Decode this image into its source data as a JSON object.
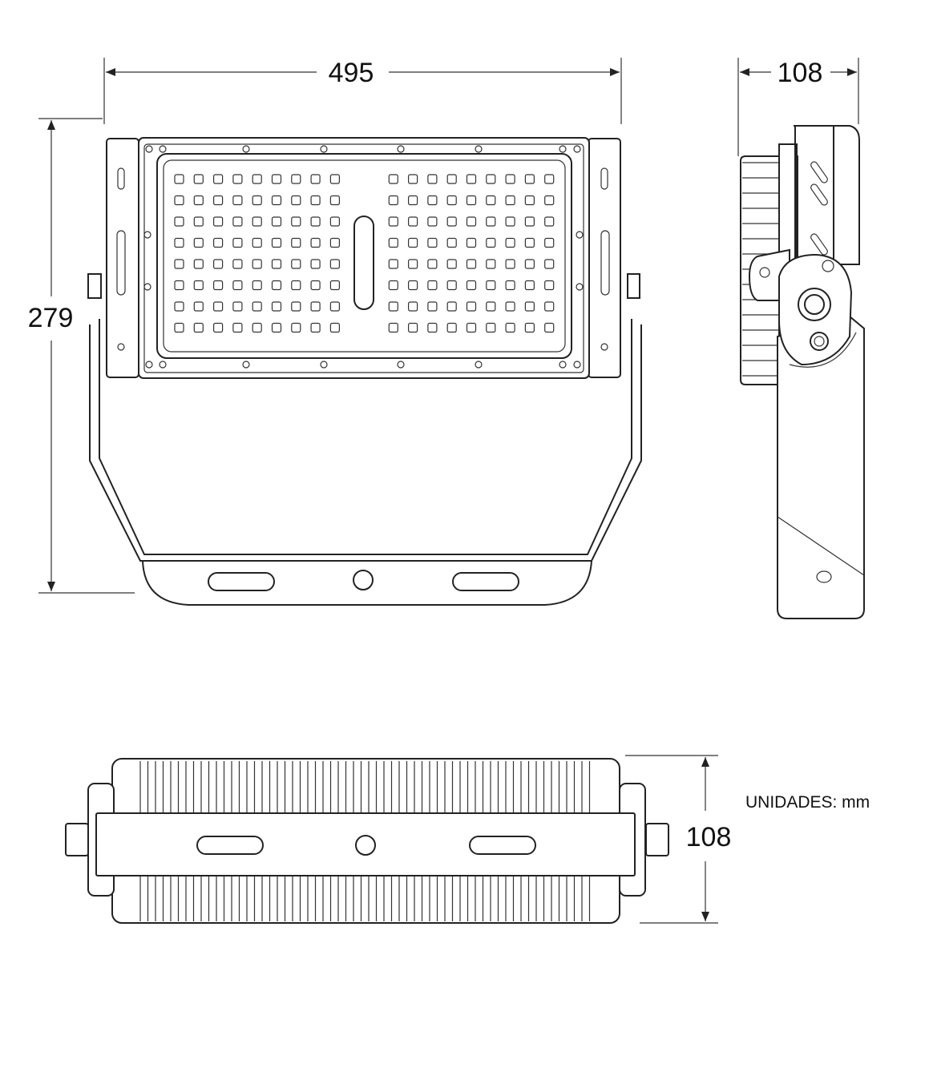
{
  "dimensions": {
    "front_width": "495",
    "front_height": "279",
    "side_depth": "108",
    "bottom_depth": "108"
  },
  "units_label": "UNIDADES: mm",
  "colors": {
    "line": "#222222",
    "background": "#ffffff"
  }
}
